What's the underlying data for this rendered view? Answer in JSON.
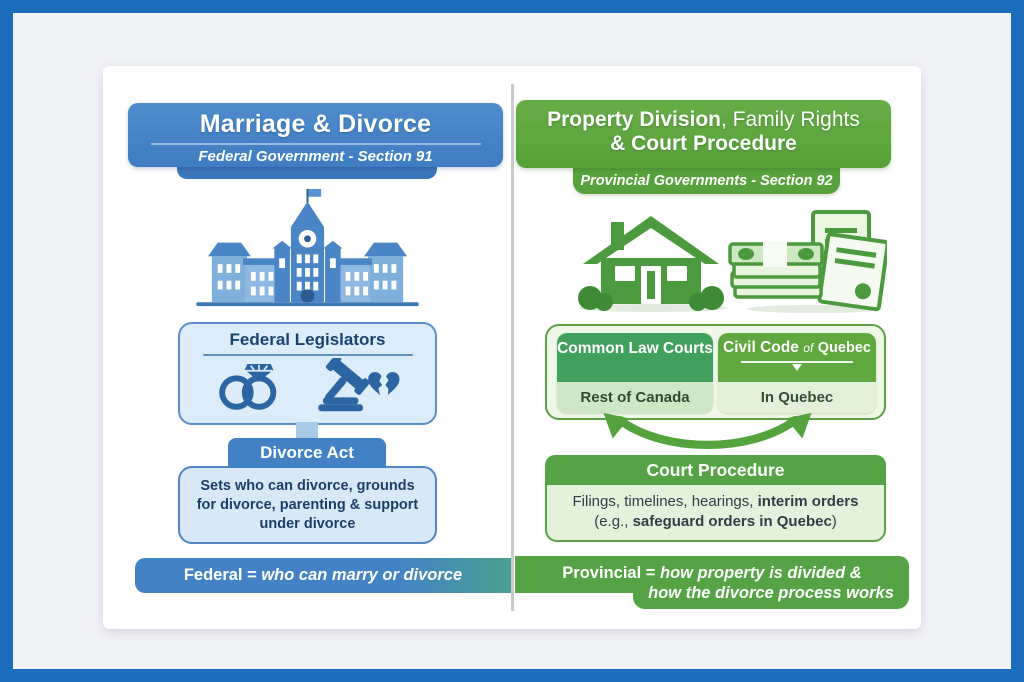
{
  "colors": {
    "frame_blue": "#1c6dbd",
    "federal_blue": "#4383c5",
    "federal_light": "#ddecfa",
    "provincial_green": "#55a344",
    "provincial_light": "#e4f2dc",
    "icon_blue": "#2b66a3",
    "icon_green": "#4b9b3e",
    "divider_gray": "#c8cacc"
  },
  "left": {
    "title": "Marriage & Divorce",
    "subtitle": "Federal Government - Section 91",
    "legislators_title": "Federal Legislators",
    "divorce_act_title": "Divorce Act",
    "divorce_act_body": "Sets who can divorce, grounds for divorce, parenting & support under divorce",
    "footer_label": "Federal =",
    "footer_text": "who can marry or divorce"
  },
  "right": {
    "title_bold": "Property Division",
    "title_light": ", Family Rights",
    "title_line2": "& Court Procedure",
    "subtitle": "Provincial Governments - Section 92",
    "common_law_title": "Common Law Courts",
    "common_law_sub": "Rest of Canada",
    "civil_code_bold": "Civil Code",
    "civil_code_of": "of",
    "civil_code_rest": "Quebec",
    "civil_code_sub": "In Quebec",
    "court_title": "Court Procedure",
    "court_body_1": "Filings, timelines, hearings,",
    "court_body_1b": "interim orders",
    "court_body_2a": "(e.g.,",
    "court_body_2b": "safeguard orders in Quebec",
    "court_body_2c": ")",
    "footer_label": "Provincial =",
    "footer_line1": "how property is divided &",
    "footer_line2": "how the divorce process works"
  },
  "icons": {
    "left": [
      "parliament-building-icon",
      "wedding-rings-icon",
      "gavel-broken-heart-icon"
    ],
    "right": [
      "house-icon",
      "money-stack-icon",
      "legal-documents-icon",
      "exchange-arrow-icon",
      "down-arrow-icon"
    ]
  }
}
